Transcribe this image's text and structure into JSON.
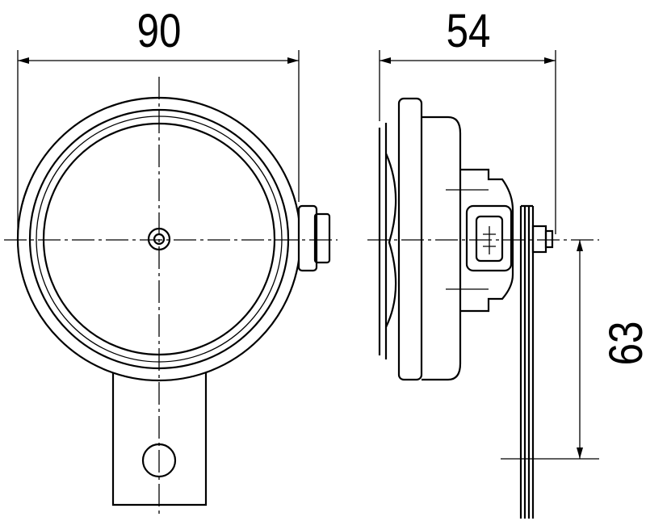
{
  "drawing": {
    "dimensions": {
      "width_front": "90",
      "depth_side": "54",
      "height_bracket": "63"
    },
    "views": [
      "front-view",
      "side-view"
    ],
    "line_color": "#000000",
    "background": "#ffffff"
  }
}
